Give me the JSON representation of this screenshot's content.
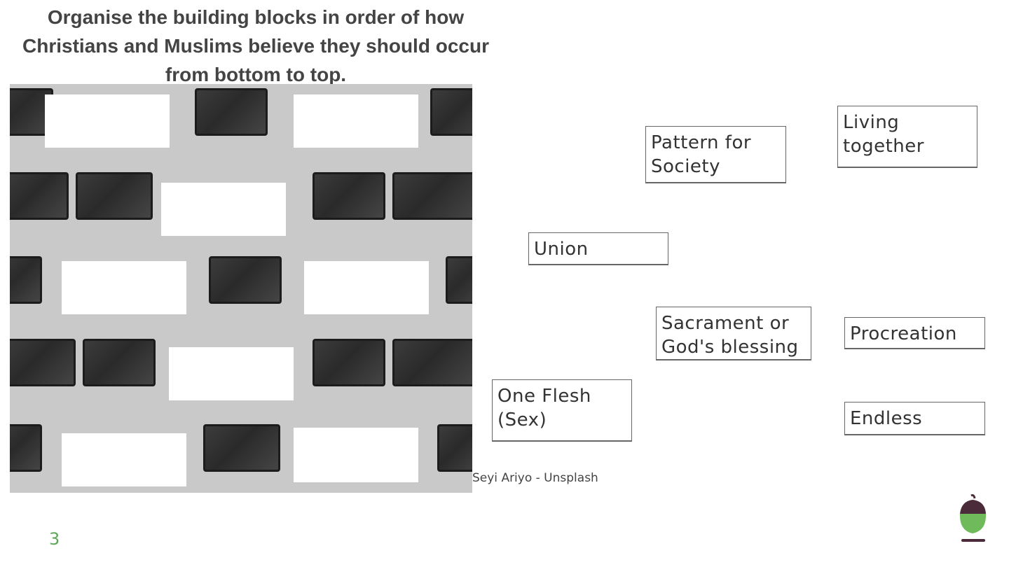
{
  "title": "Organise the building blocks in order of how Christians and Muslims believe they should occur from bottom to top.",
  "wall": {
    "slots": [
      "",
      "",
      "",
      "",
      "",
      "",
      "",
      "",
      ""
    ]
  },
  "cards": {
    "pattern_for_society": "Pattern for Society",
    "living_together": "Living together",
    "union": "Union",
    "sacrament": "Sacrament or God's blessing",
    "procreation": "Procreation",
    "one_flesh": "One Flesh (Sex)",
    "endless": "Endless"
  },
  "credit": "Seyi Ariyo -  Unsplash",
  "page_number": "3",
  "logo": {
    "icon": "acorn-icon",
    "colors": {
      "cap": "#4b2a3a",
      "body": "#6fba5a"
    }
  }
}
